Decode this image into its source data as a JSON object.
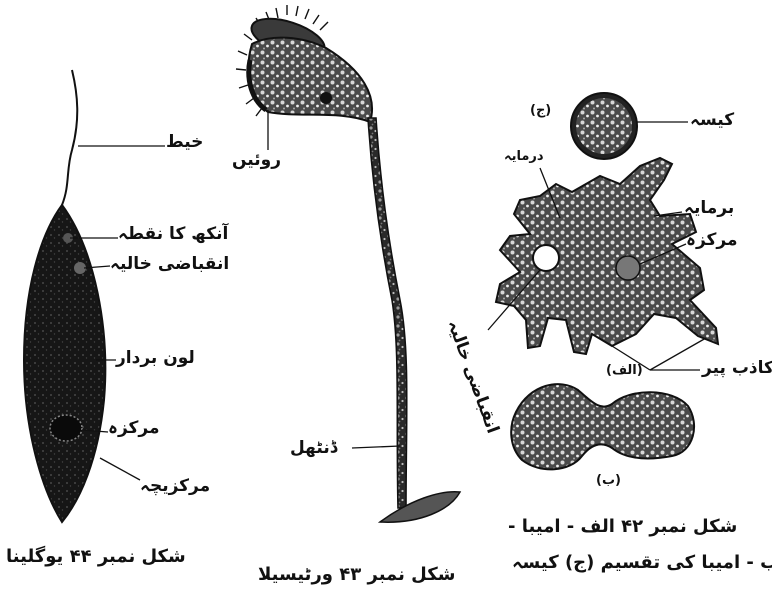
{
  "figures": {
    "euglena": {
      "labels": {
        "flagellum": "خیط",
        "eyespot": "آنکھ کا نقطہ",
        "contractile_vacuole": "انقباضی خالیہ",
        "chromatophore": "لون بردار",
        "nucleus": "مرکزہ",
        "nucleolus": "مرکزیچہ"
      },
      "caption": "شکل نمبر ۴۴ یوگلینا"
    },
    "vorticella": {
      "labels": {
        "cilia": "روئیں",
        "stalk": "ڈنٹھل"
      },
      "caption": "شکل نمبر ۴۳ ورٹیسیلا"
    },
    "amoeba": {
      "labels": {
        "cyst": "کیسہ",
        "endoplasm": "درمایہ",
        "ectoplasm": "برمایہ",
        "nucleus": "مرکزہ",
        "contractile_vacuole": "انقباضی خالیہ",
        "pseudopodia": "کاذب پیر"
      },
      "panel_letters": {
        "a": "(الف)",
        "b": "(ب)",
        "c": "(ج)"
      },
      "caption_line1": "شکل نمبر ۴۲ الف - امیبا -",
      "caption_line2": "ب - امیبا کی تقسیم (ج) کیسہ"
    }
  }
}
